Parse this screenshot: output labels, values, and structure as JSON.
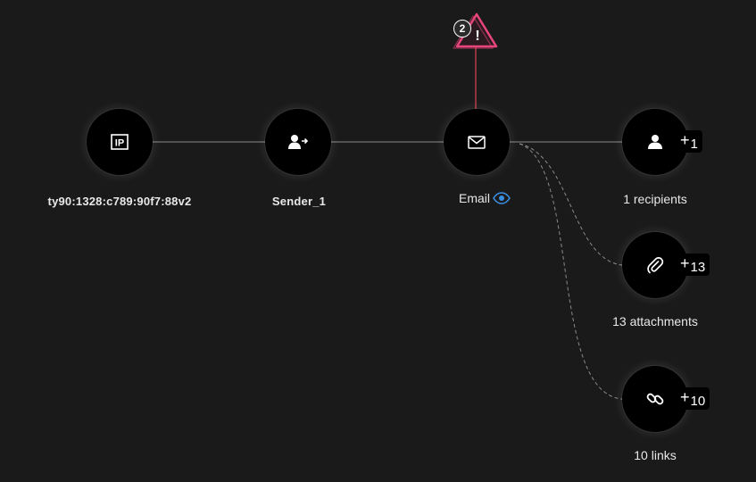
{
  "nodes": {
    "ip": {
      "label": "ty90:1328:c789:90f7:88v2",
      "icon": "ip-icon"
    },
    "sender": {
      "label": "Sender_1",
      "icon": "user-arrow-icon"
    },
    "email": {
      "label": "Email",
      "icon": "envelope-icon",
      "viewed_icon": "eye-icon"
    },
    "recipients": {
      "label": "1 recipients",
      "icon": "user-icon",
      "badge_plus": "+",
      "badge_count": "1"
    },
    "attachments": {
      "label": "13 attachments",
      "icon": "paperclip-icon",
      "badge_plus": "+",
      "badge_count": "13"
    },
    "links": {
      "label": "10 links",
      "icon": "link-icon",
      "badge_plus": "+",
      "badge_count": "10"
    }
  },
  "alert": {
    "count": "2",
    "symbol": "!",
    "icon": "warning-triangle-icon"
  },
  "colors": {
    "background": "#1a1a1a",
    "node_fill": "#000000",
    "edge": "#8a8a8a",
    "alert_edge": "#e0434f",
    "alert": "#e8457a",
    "eye": "#3b8de0"
  }
}
